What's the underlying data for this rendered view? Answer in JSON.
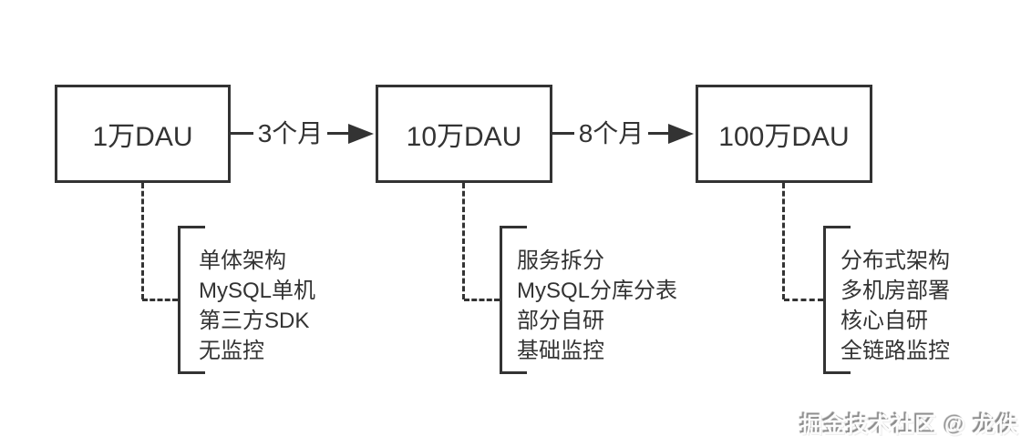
{
  "diagram": {
    "milestones": [
      {
        "label": "1万DAU",
        "features": [
          "单体架构",
          "MySQL单机",
          "第三方SDK",
          "无监控"
        ]
      },
      {
        "label": "10万DAU",
        "features": [
          "服务拆分",
          "MySQL分库分表",
          "部分自研",
          "基础监控"
        ]
      },
      {
        "label": "100万DAU",
        "features": [
          "分布式架构",
          "多机房部署",
          "核心自研",
          "全链路监控"
        ]
      }
    ],
    "transitions": [
      {
        "label": "3个月"
      },
      {
        "label": "8个月"
      }
    ]
  },
  "watermark": {
    "text": "掘金技术社区 @ 龙佚"
  },
  "colors": {
    "line": "#333333",
    "text": "#333333",
    "background": "#ffffff"
  }
}
